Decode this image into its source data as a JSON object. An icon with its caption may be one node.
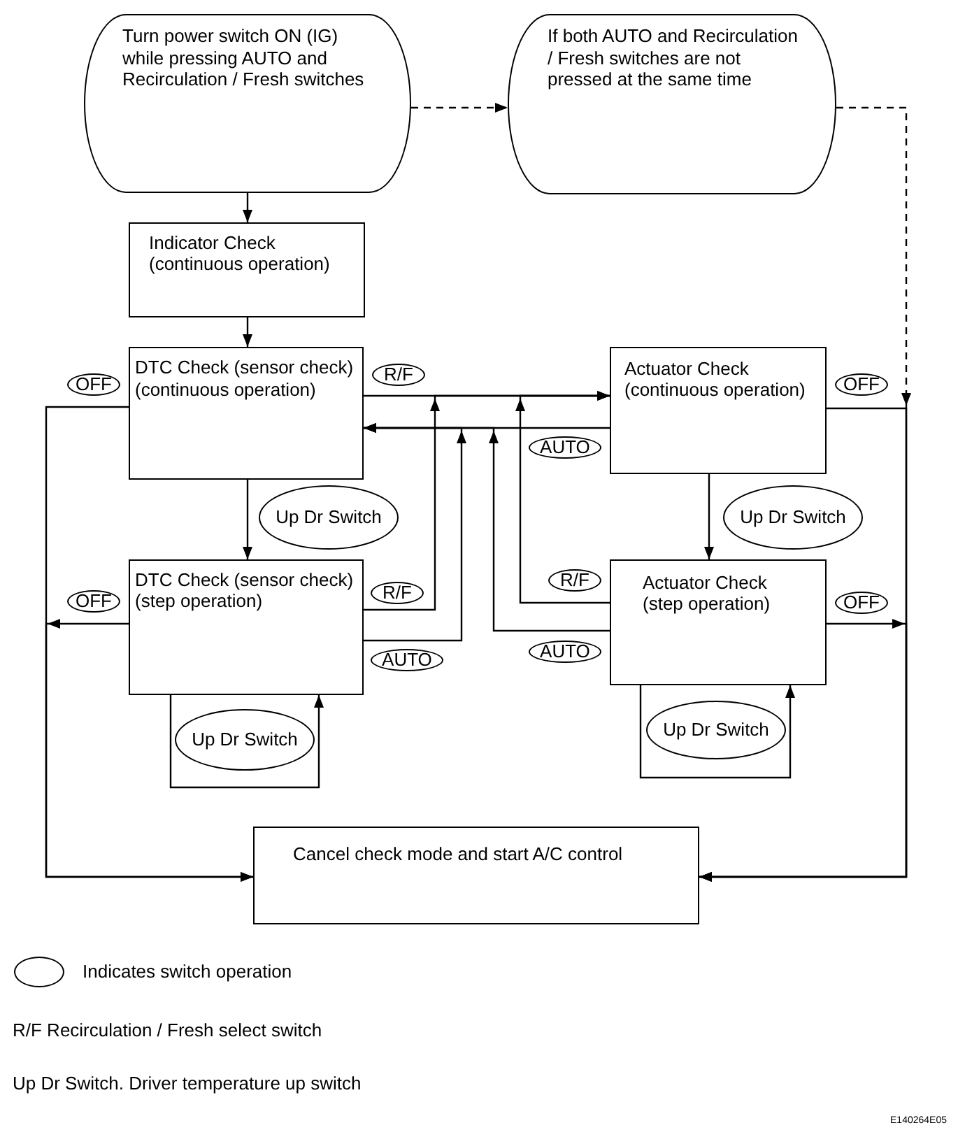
{
  "diagram": {
    "nodes": [
      {
        "text": [
          "Turn power switch ON (IG) while pressing AUTO and Recirculation / Fresh switches"
        ]
      },
      {
        "text": [
          "If both AUTO and Recirculation / Fresh switches are not pressed at the same time"
        ]
      },
      {
        "text": [
          "Indicator Check",
          "(continuous operation)"
        ]
      },
      {
        "text": [
          "DTC Check (sensor check)",
          "(continuous operation)"
        ]
      },
      {
        "text": [
          "DTC Check (sensor check)",
          "(step operation)"
        ]
      },
      {
        "text": [
          "Actuator Check",
          "(continuous operation)"
        ]
      },
      {
        "text": [
          "Actuator Check",
          "(step operation)"
        ]
      },
      {
        "text": [
          "Cancel check mode and start A/C control"
        ]
      }
    ],
    "edges": [
      {
        "from": 0,
        "to": 2,
        "arrow": "to"
      },
      {
        "from": 0,
        "to": 1,
        "arrow": "to",
        "style": "dashed"
      },
      {
        "from": 1,
        "to": 7,
        "arrow": "to",
        "style": "dashed"
      },
      {
        "from": 2,
        "to": 3,
        "arrow": "to"
      },
      {
        "from": 3,
        "to": 5,
        "arrow": "to",
        "label": "R/F"
      },
      {
        "from": 5,
        "to": 3,
        "arrow": "to",
        "label": "AUTO"
      },
      {
        "from": 3,
        "to": 4,
        "arrow": "to",
        "label": "Up Dr Switch"
      },
      {
        "from": 5,
        "to": 6,
        "arrow": "to",
        "label": "Up Dr Switch"
      },
      {
        "from": 4,
        "to": 5,
        "arrow": "to",
        "label": "R/F"
      },
      {
        "from": 4,
        "to": 3,
        "arrow": "to",
        "label": "AUTO"
      },
      {
        "from": 6,
        "to": 5,
        "arrow": "to",
        "label": "R/F"
      },
      {
        "from": 6,
        "to": 3,
        "arrow": "to",
        "label": "AUTO"
      },
      {
        "from": 4,
        "to": 4,
        "arrow": "to",
        "label": "Up Dr Switch"
      },
      {
        "from": 6,
        "to": 6,
        "arrow": "to",
        "label": "Up Dr Switch"
      },
      {
        "from": 3,
        "to": 7,
        "arrow": "to",
        "label": "OFF"
      },
      {
        "from": 4,
        "to": 7,
        "arrow": "to",
        "label": "OFF"
      },
      {
        "from": 5,
        "to": 7,
        "arrow": "to",
        "label": "OFF"
      },
      {
        "from": 6,
        "to": 7,
        "arrow": "to",
        "label": "OFF"
      }
    ],
    "labels": [
      "R/F Recirculation / Fresh select switch",
      "Up Dr Switch. Driver temperature up switch",
      "E140264E05"
    ],
    "legend": [
      {
        "text": "Indicates switch operation"
      }
    ]
  }
}
